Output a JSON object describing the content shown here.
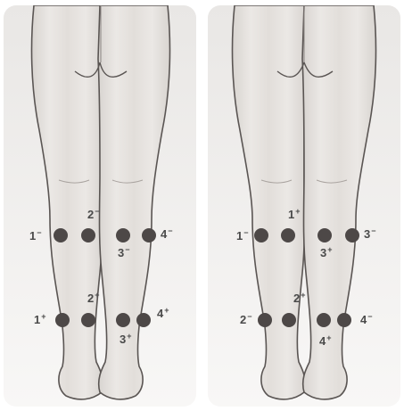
{
  "panels": [
    {
      "id": "left",
      "labels": [
        {
          "num": "1",
          "sign": "−"
        },
        {
          "num": "2",
          "sign": "−"
        },
        {
          "num": "3",
          "sign": "−"
        },
        {
          "num": "4",
          "sign": "−"
        },
        {
          "num": "1",
          "sign": "+"
        },
        {
          "num": "2",
          "sign": "+"
        },
        {
          "num": "3",
          "sign": "+"
        },
        {
          "num": "4",
          "sign": "+"
        }
      ]
    },
    {
      "id": "right",
      "labels": [
        {
          "num": "1",
          "sign": "−"
        },
        {
          "num": "1",
          "sign": "+"
        },
        {
          "num": "3",
          "sign": "+"
        },
        {
          "num": "3",
          "sign": "−"
        },
        {
          "num": "2",
          "sign": "−"
        },
        {
          "num": "2",
          "sign": "+"
        },
        {
          "num": "4",
          "sign": "+"
        },
        {
          "num": "4",
          "sign": "−"
        }
      ]
    }
  ],
  "colors": {
    "panel_bg_top": "#e9e7e5",
    "panel_bg_bottom": "#f7f6f5",
    "skin": "#e4e1de",
    "skin_shadow": "#cfcac6",
    "outline": "#5a5553",
    "electrode": "#4d4847",
    "label": "#4a4a4a"
  }
}
